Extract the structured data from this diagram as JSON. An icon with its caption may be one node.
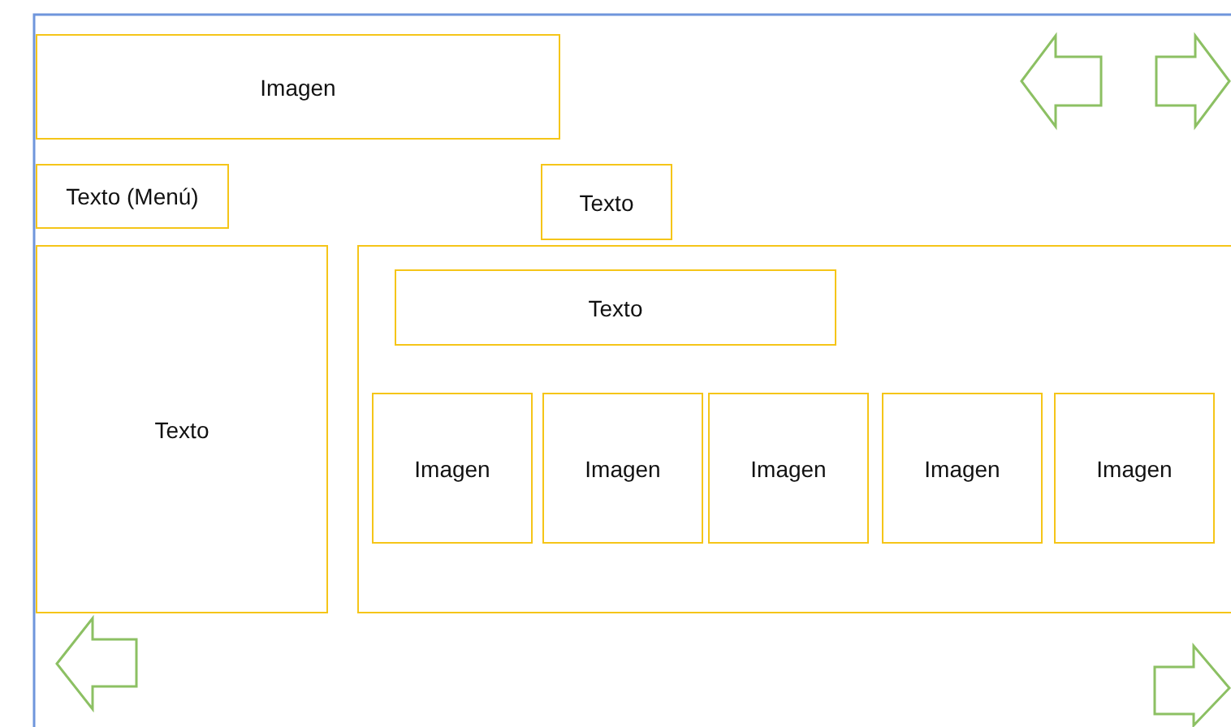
{
  "diagram": {
    "nodes": [
      {
        "text": [
          "Imagen"
        ]
      },
      {
        "text": [
          "Texto (Menú)"
        ]
      },
      {
        "text": [
          "Texto"
        ]
      },
      {
        "text": [
          "Texto"
        ]
      },
      {
        "text": [],
        "shape": "box"
      },
      {
        "text": [
          "Texto"
        ],
        "in": 4
      },
      {
        "text": [
          "Imagen"
        ],
        "in": 4
      },
      {
        "text": [
          "Imagen"
        ],
        "in": 4
      },
      {
        "text": [
          "Imagen"
        ],
        "in": 4
      },
      {
        "text": [
          "Imagen"
        ],
        "in": 4
      },
      {
        "text": [
          "Imagen"
        ],
        "in": 4
      }
    ]
  }
}
